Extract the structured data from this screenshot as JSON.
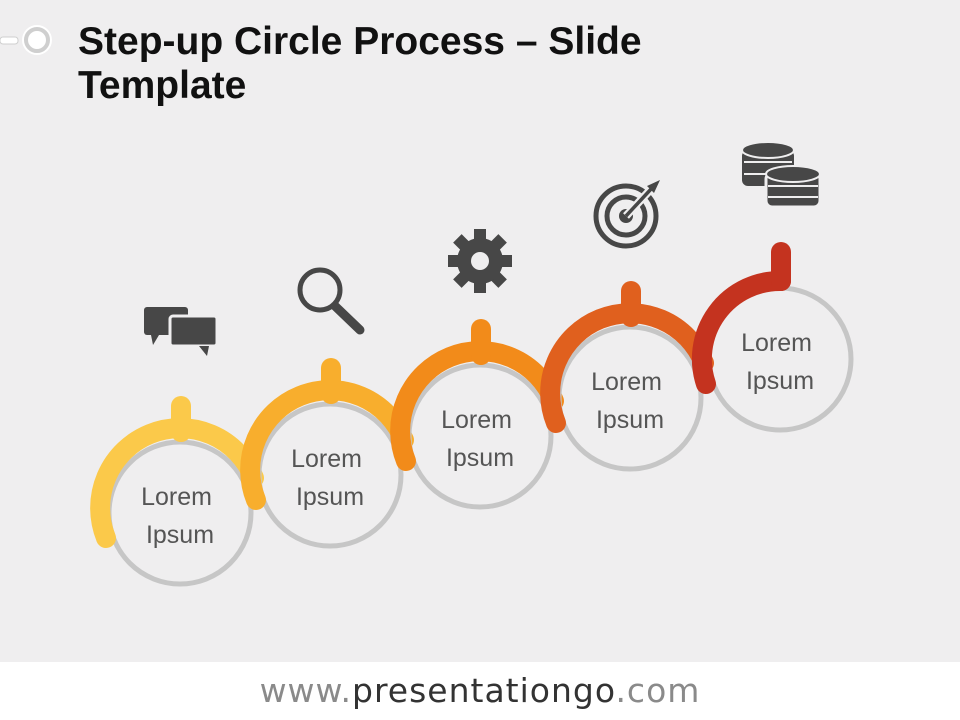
{
  "slide": {
    "title_line_1": "Step-up Circle Process – Slide",
    "title_line_2": "Template"
  },
  "steps": [
    {
      "line1": "Lorem",
      "line2": "Ipsum",
      "icon": "chat-bubbles-icon",
      "color": "#fbc94a"
    },
    {
      "line1": "Lorem",
      "line2": "Ipsum",
      "icon": "magnifier-icon",
      "color": "#f8ae2d"
    },
    {
      "line1": "Lorem",
      "line2": "Ipsum",
      "icon": "gear-icon",
      "color": "#f28b1a"
    },
    {
      "line1": "Lorem",
      "line2": "Ipsum",
      "icon": "target-icon",
      "color": "#e0601e"
    },
    {
      "line1": "Lorem",
      "line2": "Ipsum",
      "icon": "coins-icon",
      "color": "#c4331f"
    }
  ],
  "colors": {
    "background": "#efeeef",
    "circle_ring": "#c6c6c6",
    "icon": "#474747",
    "label": "#555555"
  },
  "footer": {
    "prefix": "www.",
    "brand": "presentationgo",
    "suffix": ".com"
  }
}
